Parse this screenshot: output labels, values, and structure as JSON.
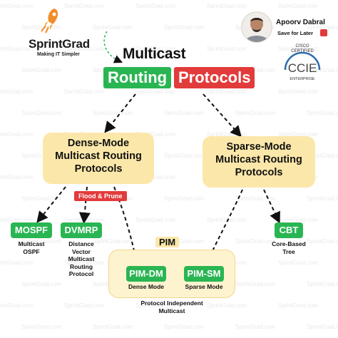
{
  "brand": {
    "name": "SprintGrad",
    "tagline": "Making IT Simpler",
    "watermark": "SprintGrad.com"
  },
  "author": {
    "name": "Apoorv Dabral",
    "action": "Save for Later"
  },
  "badge": {
    "line1": "CISCO",
    "line2": "CERTIFIED",
    "name": "CCIE",
    "line3": "ENTERPRISE"
  },
  "title": {
    "line1": "Multicast",
    "word_green": "Routing",
    "word_red": "Protocols"
  },
  "dense": {
    "label": "Dense-Mode Multicast Routing Protocols"
  },
  "sparse": {
    "label": "Sparse-Mode Multicast Routing Protocols"
  },
  "flood": "Flood & Prune",
  "mospf": {
    "label": "MOSPF",
    "desc1": "Multicast",
    "desc2": "OSPF"
  },
  "dvmrp": {
    "label": "DVMRP",
    "desc1": "Distance",
    "desc2": "Vector",
    "desc3": "Multicast",
    "desc4": "Routing",
    "desc5": "Protocol"
  },
  "cbt": {
    "label": "CBT",
    "desc1": "Core-Based",
    "desc2": "Tree"
  },
  "pim": {
    "label": "PIM",
    "desc1": "Protocol Independent",
    "desc2": "Multicast"
  },
  "pimdm": {
    "label": "PIM-DM",
    "desc": "Dense Mode"
  },
  "pimsm": {
    "label": "PIM-SM",
    "desc": "Sparse Mode"
  },
  "colors": {
    "green": "#2ab553",
    "red": "#e23b3b",
    "yellow": "#fbe7a9",
    "pim_bg": "#fdf3cf"
  }
}
